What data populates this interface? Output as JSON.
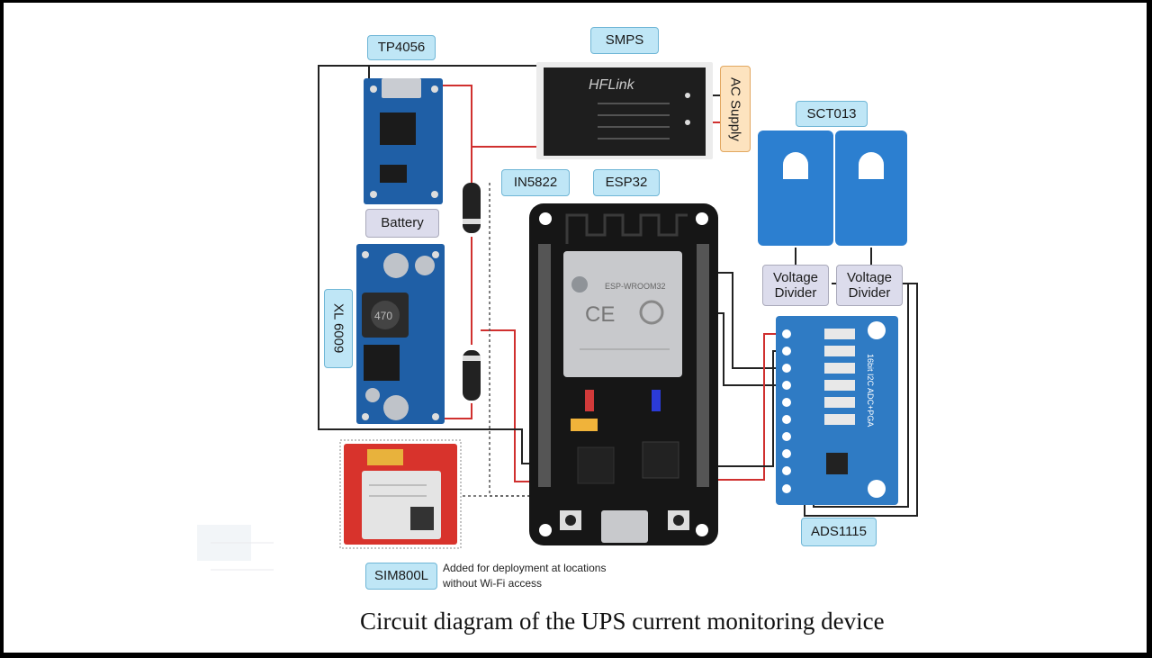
{
  "diagram": {
    "caption": "Circuit diagram of the UPS current monitoring device",
    "components": {
      "tp4056": "TP4056",
      "smps": "SMPS",
      "ac_supply": "AC Supply",
      "sct013": "SCT013",
      "in5822": "IN5822",
      "esp32": "ESP32",
      "battery": "Battery",
      "xl6009": "XL 6009",
      "voltage_divider_1": "Voltage Divider",
      "voltage_divider_2": "Voltage Divider",
      "ads1115": "ADS1115",
      "sim800l": "SIM800L"
    },
    "note": "Added for deployment at locations without Wi-Fi access",
    "colors": {
      "label_fill": "#bfe6f6",
      "divider_fill": "#dcdcec",
      "ac_fill": "#fde3bf",
      "wire_red": "#d0302f",
      "wire_black": "#222222",
      "module_blue": "#1f5fa6",
      "sensor_blue": "#2c7fd0",
      "sim_red": "#d8332c"
    }
  }
}
